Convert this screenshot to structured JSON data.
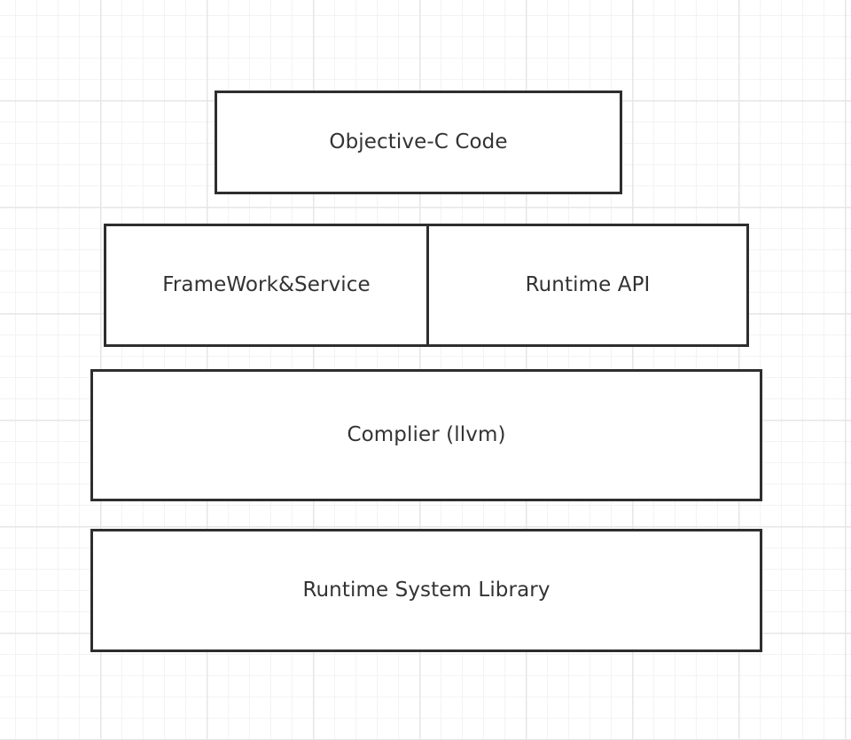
{
  "diagram": {
    "layers": {
      "objc_code": "Objective-C Code",
      "framework_service": "FrameWork&Service",
      "runtime_api": "Runtime API",
      "compiler": "Complier (llvm)",
      "runtime_system_library": "Runtime System Library"
    }
  }
}
